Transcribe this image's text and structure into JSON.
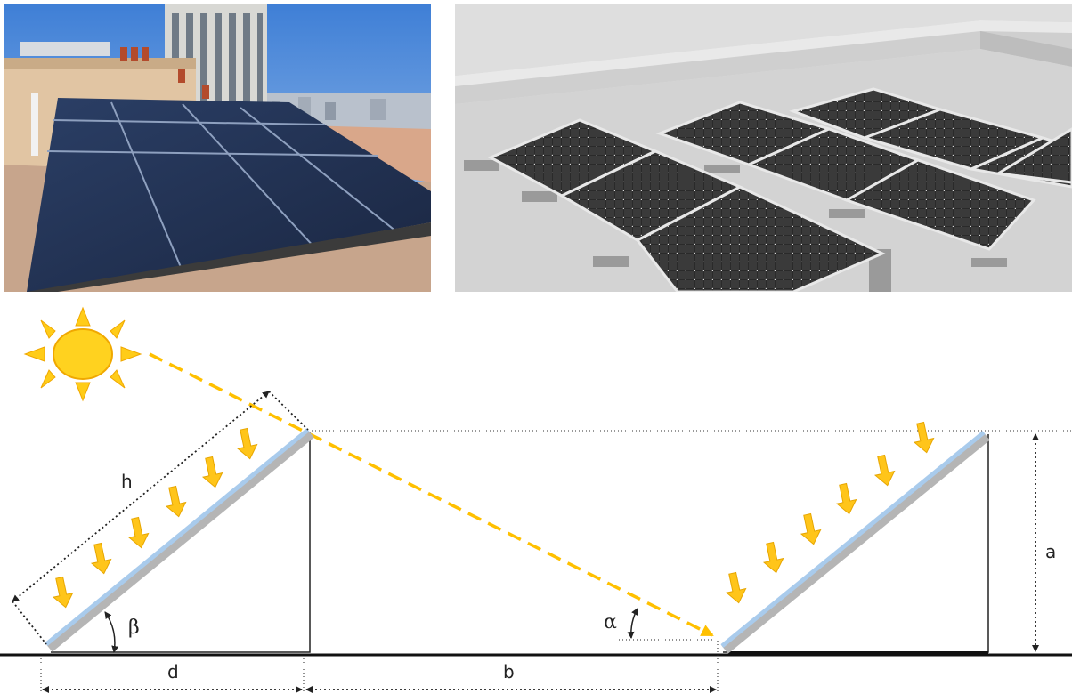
{
  "photos": {
    "left": {
      "icon": "rooftop-solar-array-photo"
    },
    "right": {
      "icon": "flat-roof-panel-rows-render"
    }
  },
  "diagram": {
    "labels": {
      "h": "h",
      "d": "d",
      "b": "b",
      "a": "a",
      "alpha": "α",
      "beta": "β"
    },
    "colors": {
      "sun": "#ffd21f",
      "sun_outline": "#f0a800",
      "ray": "#ffc000",
      "panel_face": "#a9cbec",
      "panel_frame": "#b5b5b5",
      "dimension": "#222222",
      "ground": "#111111"
    }
  }
}
